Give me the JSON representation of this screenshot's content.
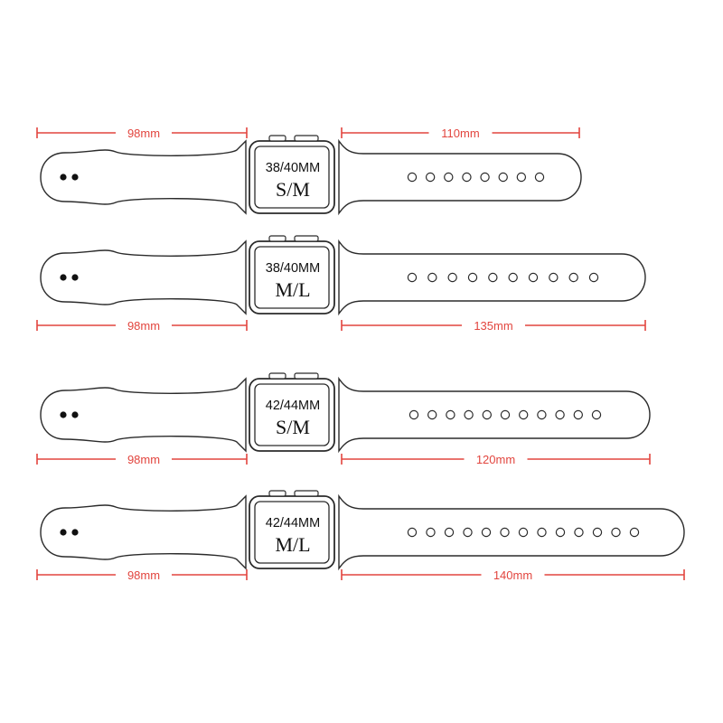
{
  "colors": {
    "dimension_line": "#e2453e",
    "outline": "#2b2b2b",
    "background": "#ffffff"
  },
  "bands": [
    {
      "size": "38/40MM",
      "fit": "S/M",
      "short_strap": {
        "length": "98mm",
        "holes": 2
      },
      "long_strap": {
        "length": "110mm",
        "holes": 8
      }
    },
    {
      "size": "38/40MM",
      "fit": "M/L",
      "short_strap": {
        "length": "98mm",
        "holes": 2
      },
      "long_strap": {
        "length": "135mm",
        "holes": 10
      }
    },
    {
      "size": "42/44MM",
      "fit": "S/M",
      "short_strap": {
        "length": "98mm",
        "holes": 2
      },
      "long_strap": {
        "length": "120mm",
        "holes": 11
      }
    },
    {
      "size": "42/44MM",
      "fit": "M/L",
      "short_strap": {
        "length": "98mm",
        "holes": 2
      },
      "long_strap": {
        "length": "140mm",
        "holes": 13
      }
    }
  ]
}
